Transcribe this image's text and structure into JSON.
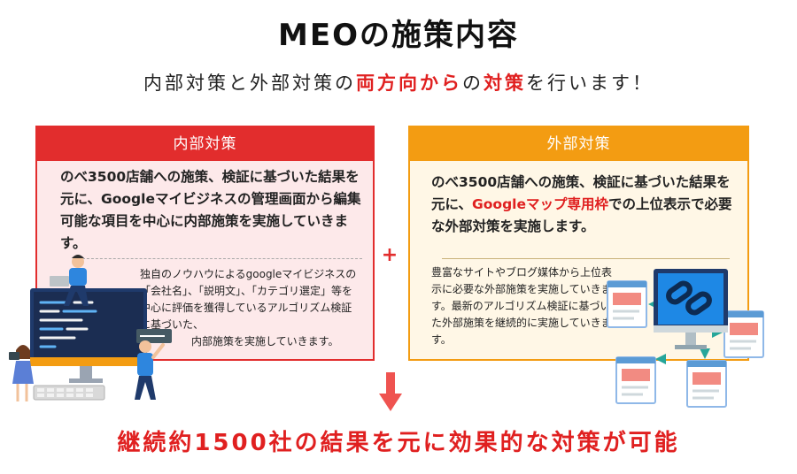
{
  "title": "MEOの施策内容",
  "subtitle": {
    "part1": "内部対策と外部対策の",
    "highlight": "両方向から",
    "part2": "の",
    "highlight2": "対策",
    "part3": "を行います！"
  },
  "inner_panel": {
    "header": "内部対策",
    "main_text": "のべ3500店舗への施策、検証に基づいた結果を元に、Googleマイビジネスの管理画面から編集可能な項目を中心に内部施策を実施していきます。",
    "detail_text": "独自のノウハウによるgoogleマイビジネスの「会社名」、「説明文」、「カテゴリ選定」等を中心に評価を獲得しているアルゴリズム検証に基づいた、",
    "detail_last": "内部施策を実施していきます。"
  },
  "outer_panel": {
    "header": "外部対策",
    "main_text_1": "のべ3500店舗への施策、検証に基づいた結果を元に、",
    "main_highlight": "Googleマップ専用枠",
    "main_text_2": "での上位表示で必要な外部対策を実施します。",
    "detail_text": "豊富なサイトやブログ媒体から上位表示に必要な外部施策を実施していきます。最新のアルゴリズム検証に基づいた外部施策を継続的に実施していきます。"
  },
  "plus_sign": "+",
  "conclusion": "継続約1500社の結果を元に効果的な対策が可能",
  "colors": {
    "red": "#e22d2d",
    "orange": "#f39c12",
    "inner_bg": "#fde9ea",
    "outer_bg": "#fff7e6",
    "arrow": "#ef5350"
  },
  "icons": {
    "inner_illustration": "developers-computer-illustration",
    "outer_illustration": "linked-webpages-monitor-illustration",
    "down_arrow": "down-arrow-icon"
  }
}
